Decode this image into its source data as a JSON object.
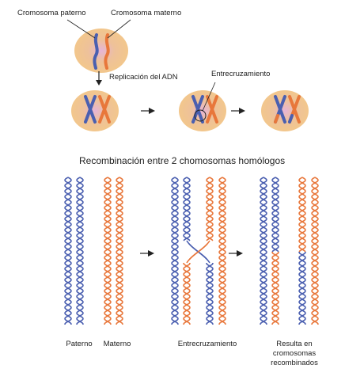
{
  "top_panel": {
    "label_paternal": "Cromosoma paterno",
    "label_maternal": "Cromosoma materno",
    "label_replication": "Replicación del ADN",
    "label_crossover": "Entrecruzamiento"
  },
  "bottom_panel": {
    "title": "Recombinación entre 2  chomosomas homólogos",
    "label_paternal": "Paterno",
    "label_maternal": "Materno",
    "label_crossover": "Entrecruzamiento",
    "label_result": "Resulta en cromosomas recombinados"
  },
  "colors": {
    "paternal": "#4a5fb0",
    "maternal": "#e8773b",
    "cell_fill": "#f0c78a",
    "cell_center": "#d6a9c9",
    "arrow": "#222222"
  }
}
